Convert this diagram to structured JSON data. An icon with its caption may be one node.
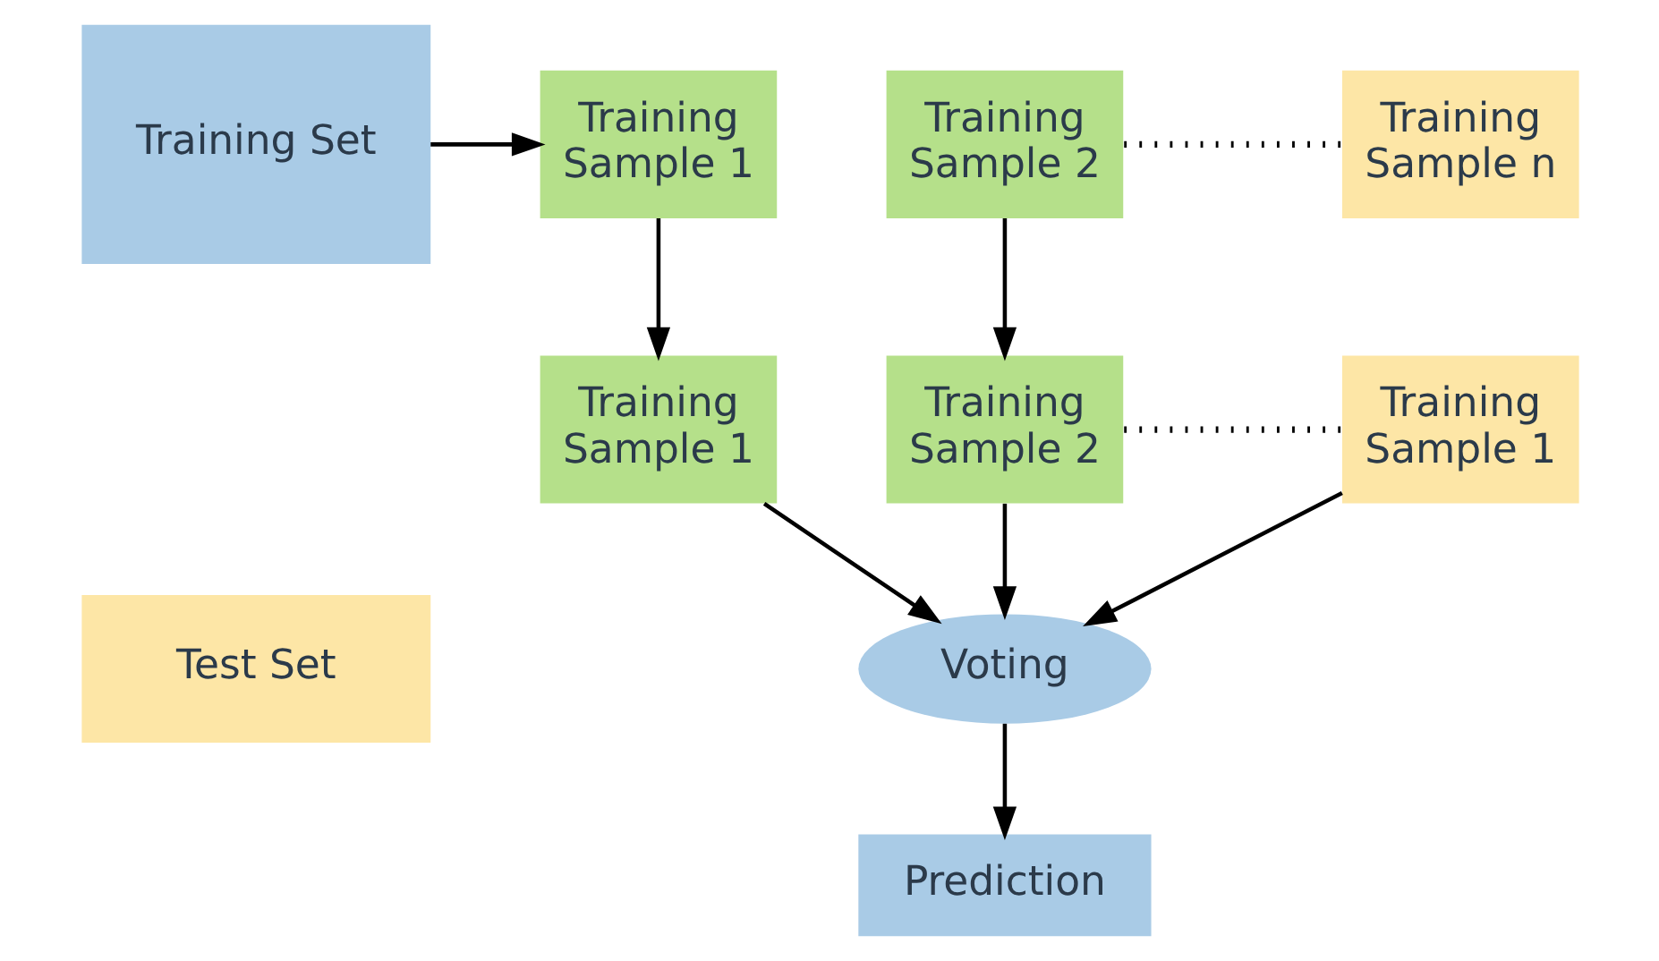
{
  "diagram": {
    "nodes": [
      {
        "text": [
          "Training Set"
        ]
      },
      {
        "text": [
          "Training Sample 1"
        ]
      },
      {
        "text": [
          "Training Sample 2"
        ]
      },
      {
        "text": [
          "Training Sample n"
        ]
      },
      {
        "text": [
          "Training Sample 1"
        ]
      },
      {
        "text": [
          "Training Sample 2"
        ]
      },
      {
        "text": [
          "Training Sample 1"
        ]
      },
      {
        "text": [
          "Voting"
        ]
      },
      {
        "text": [
          "Prediction"
        ]
      },
      {
        "text": [
          "Test Set"
        ]
      }
    ],
    "edges": [
      {
        "from": 0,
        "to": 1,
        "arrow": "to"
      },
      {
        "from": 2,
        "to": 3,
        "arrow": "none",
        "style": "dashed"
      },
      {
        "from": 1,
        "to": 4,
        "arrow": "to"
      },
      {
        "from": 2,
        "to": 5,
        "arrow": "to"
      },
      {
        "from": 5,
        "to": 6,
        "arrow": "none",
        "style": "dashed"
      },
      {
        "from": 4,
        "to": 7,
        "arrow": "to"
      },
      {
        "from": 5,
        "to": 7,
        "arrow": "to"
      },
      {
        "from": 6,
        "to": 7,
        "arrow": "to"
      },
      {
        "from": 7,
        "to": 8,
        "arrow": "to"
      }
    ]
  }
}
